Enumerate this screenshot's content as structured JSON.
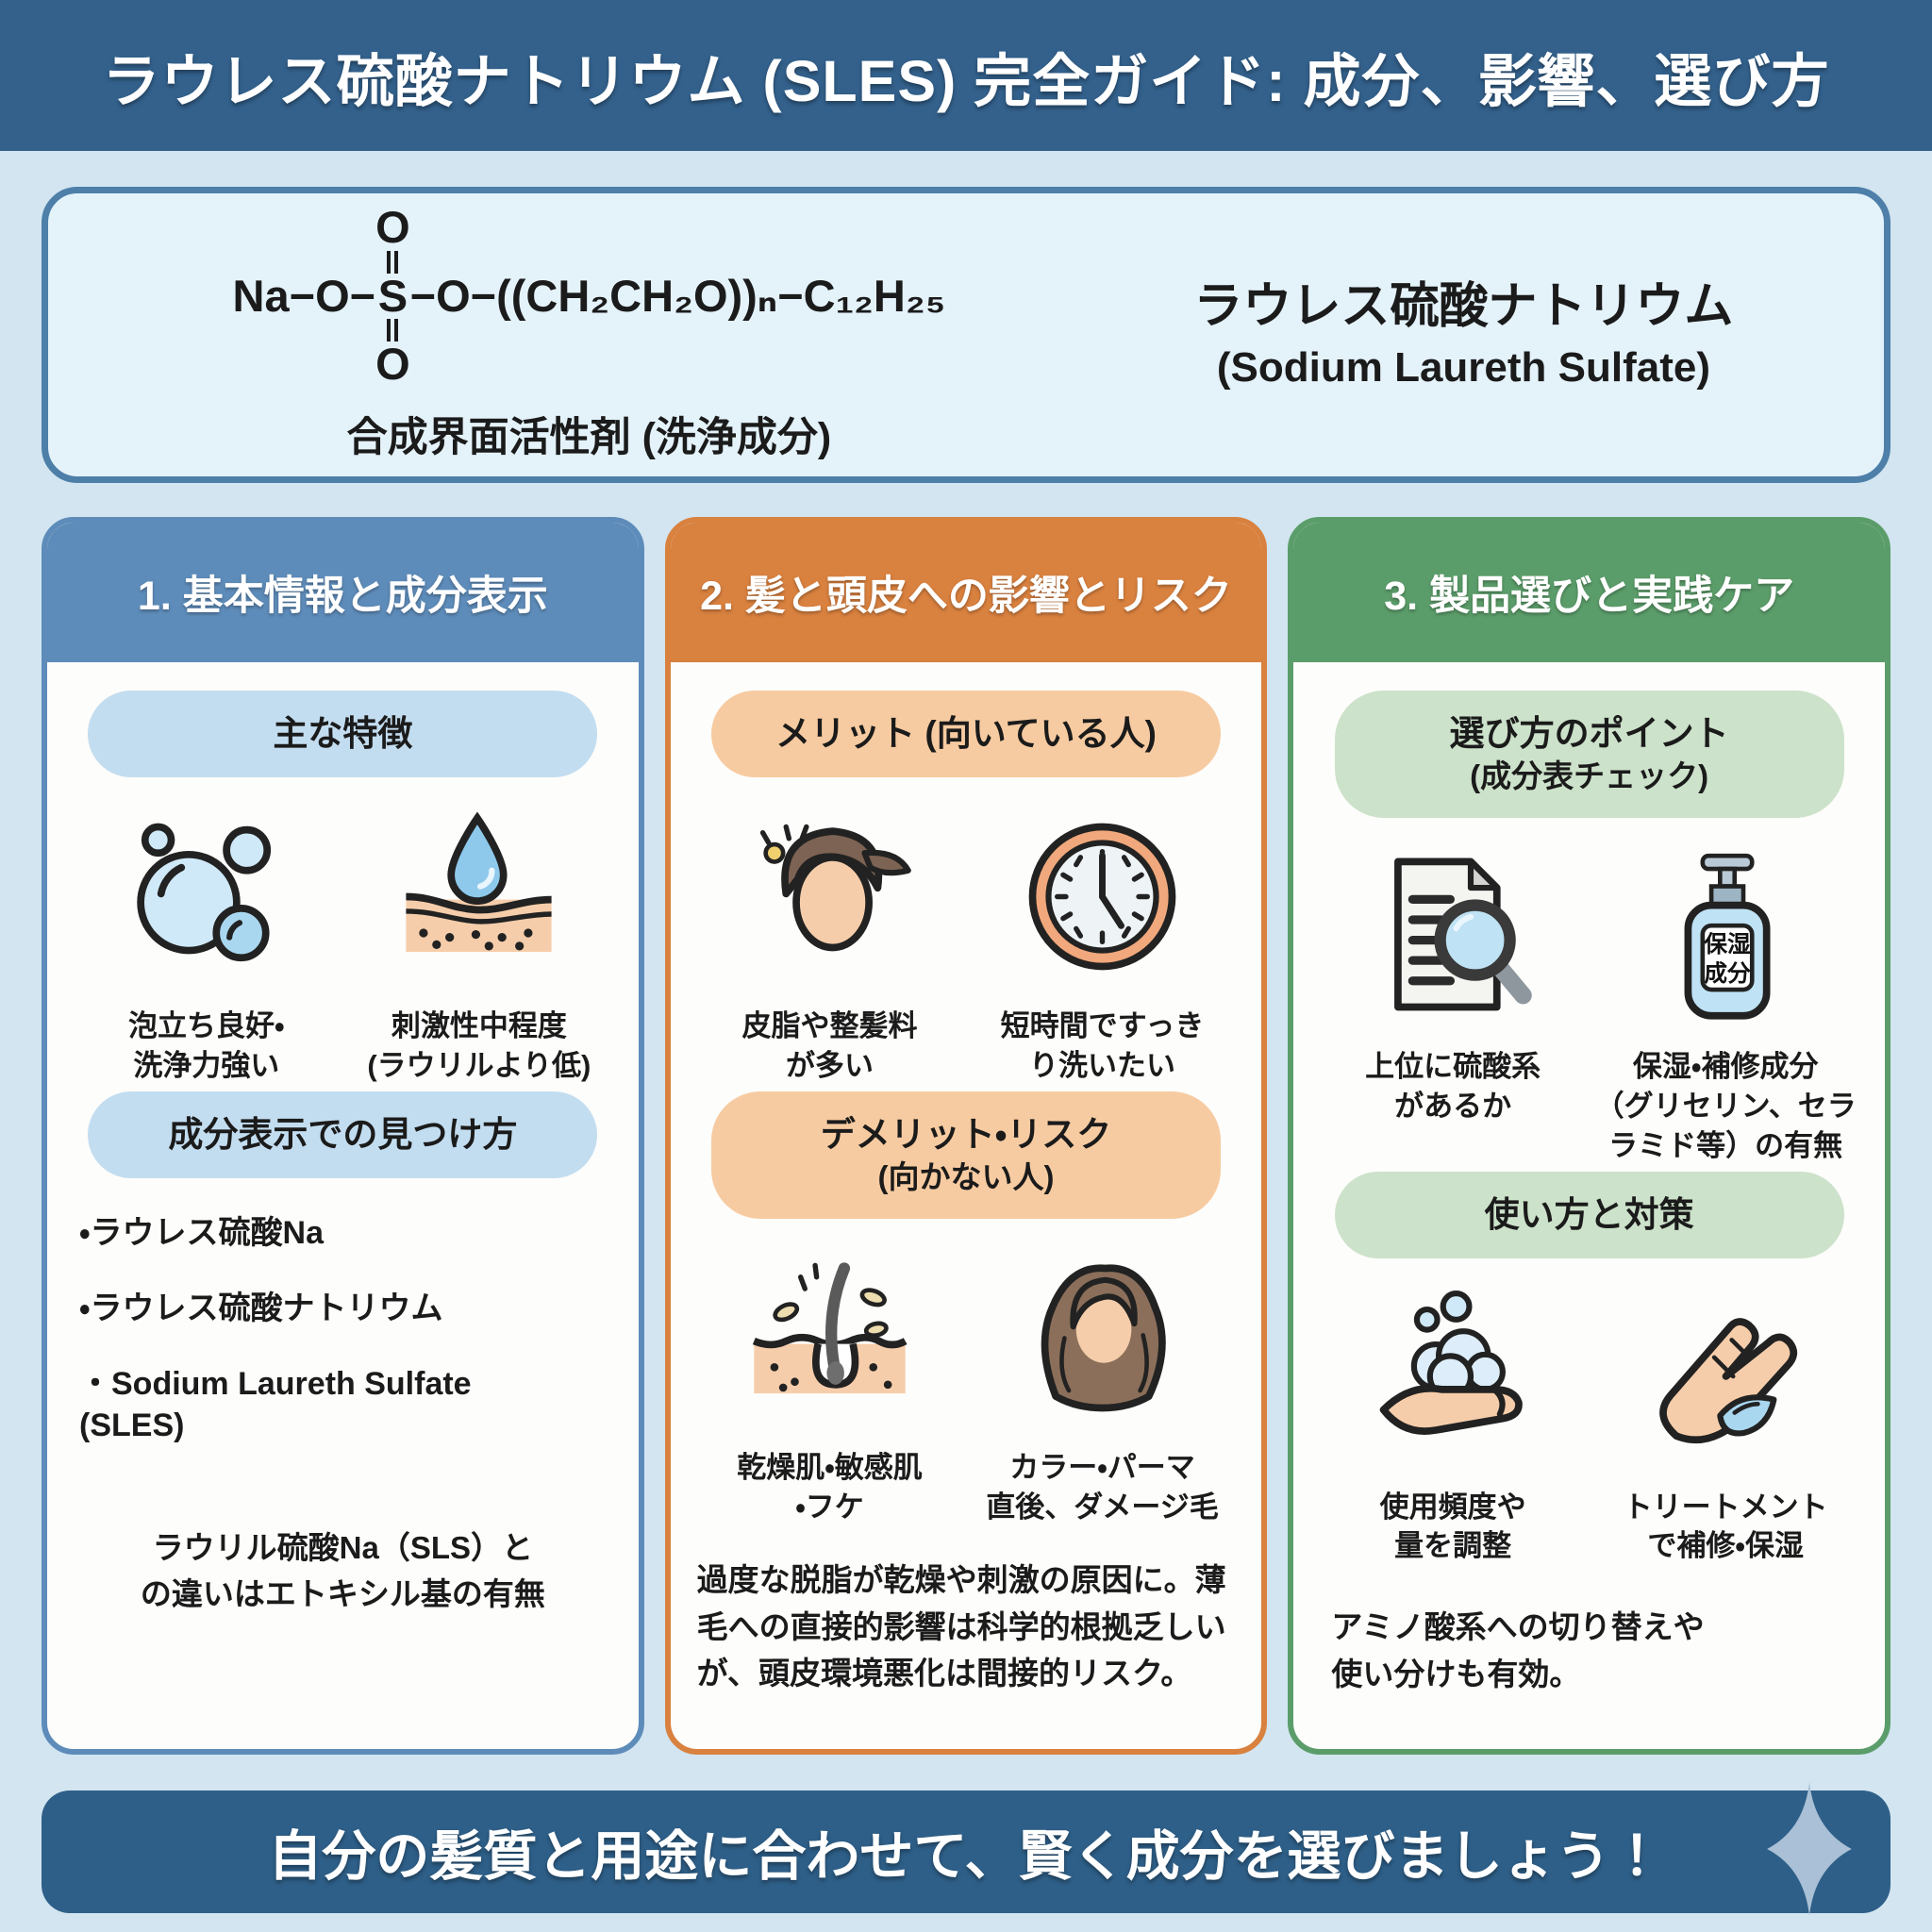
{
  "header": {
    "title": "ラウレス硫酸ナトリウム (SLES) 完全ガイド: 成分、影響、選び方"
  },
  "formula_box": {
    "left": "Na−O−",
    "o_top": "O",
    "s": "S",
    "o_bottom": "O",
    "right": "−O−((CH₂CH₂O))ₙ−C₁₂H₂₅",
    "caption": "合成界面活性剤 (洗浄成分)",
    "name_ja": "ラウレス硫酸ナトリウム",
    "name_en": "(Sodium Laureth Sulfate)"
  },
  "columns": [
    {
      "header": "1. 基本情報と成分表示",
      "section1_title": "主な特徴",
      "items1": [
        {
          "icon": "bubbles-icon",
          "caption": "泡立ち良好・\n洗浄力強い"
        },
        {
          "icon": "droplet-skin-icon",
          "caption": "刺激性中程度\n(ラウリルより低)"
        }
      ],
      "section2_title": "成分表示での見つけ方",
      "bullets": [
        "・ラウレス硫酸Na",
        "・ラウレス硫酸ナトリウム",
        "・Sodium Laureth Sulfate\n  (SLES)"
      ],
      "note": "ラウリル硫酸Na（SLS）と\nの違いはエトキシル基の有無"
    },
    {
      "header": "2. 髪と頭皮への影響とリスク",
      "section1_title": "メリット (向いている人)",
      "items1": [
        {
          "icon": "oily-head-icon",
          "caption": "皮脂や整髪料\nが多い"
        },
        {
          "icon": "clock-icon",
          "caption": "短時間ですっき\nり洗いたい"
        }
      ],
      "section2_title": "デメリット・リスク",
      "section2_sub": "(向かない人)",
      "items2": [
        {
          "icon": "hair-follicle-icon",
          "caption": "乾燥肌・敏感肌\n・フケ"
        },
        {
          "icon": "damaged-hair-icon",
          "caption": "カラー・パーマ\n直後、ダメージ毛"
        }
      ],
      "note": "過度な脱脂が乾燥や刺激の原因に。薄毛への直接的影響は科学的根拠乏しいが、頭皮環境悪化は間接的リスク。"
    },
    {
      "header": "3. 製品選びと実践ケア",
      "section1_title": "選び方のポイント",
      "section1_sub": "(成分表チェック)",
      "items1": [
        {
          "icon": "ingredient-check-icon",
          "caption": "上位に硫酸系\nがあるか"
        },
        {
          "icon": "moisturizer-bottle-icon",
          "caption": "保湿・補修成分\n（グリセリン、セラ\nラミド等）の有無"
        }
      ],
      "bottle_label_line1": "保湿",
      "bottle_label_line2": "成分",
      "section2_title": "使い方と対策",
      "items2": [
        {
          "icon": "foam-hand-icon",
          "caption": "使用頻度や\n量を調整"
        },
        {
          "icon": "treatment-hand-icon",
          "caption": "トリートメント\nで補修・保湿"
        }
      ],
      "note": "アミノ酸系への切り替えや\n使い分けも有効。"
    }
  ],
  "footer": {
    "text": "自分の髪質と用途に合わせて、賢く成分を選びましょう！"
  },
  "colors": {
    "topbar": "#33618C",
    "background": "#D2E5F0",
    "formula_border": "#4D7FA9",
    "col1_accent": "#5E8CBA",
    "col1_pill": "#C3DDF0",
    "col2_accent": "#D9813F",
    "col2_pill": "#F7CBA1",
    "col3_accent": "#5B9D6A",
    "col3_pill": "#CCE2CA",
    "footer_bar": "#2E5F88",
    "sparkle": "#A9C0D6"
  }
}
